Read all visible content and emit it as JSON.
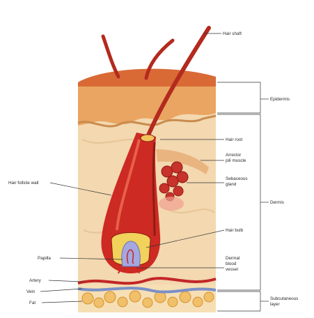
{
  "colors": {
    "epidermis": "#e9a561",
    "epidermis_surface": "#d96a36",
    "dermis": "#f3d8b0",
    "dermis_light": "#f8e6c8",
    "follicle": "#cc2a22",
    "follicle_dark": "#8f1b16",
    "gland": "#c7322a",
    "fat": "#f0c06a",
    "fat_dark": "#d8902e",
    "artery": "#c22626",
    "vein": "#7a8fc8"
  },
  "labels": {
    "hair_shaft": "Hair shaft",
    "epidermis": "Epidermis",
    "hair_root": "Hair root",
    "arrector_pili": [
      "Arrector",
      "pili muscle"
    ],
    "hair_follicle_wall": "Hair follicle wall",
    "sebaceous_gland": [
      "Sebaceous",
      "gland"
    ],
    "dermis": "Dermis",
    "hair_bulb": "Hair bulb",
    "papilla": "Papilla",
    "dermal_blood_vessel": [
      "Dermal",
      "blood",
      "vessel"
    ],
    "artery": "Artery",
    "vein": "Vein",
    "fat": "Fat",
    "subcutaneous_layer": [
      "Subcutaneous",
      "layer"
    ]
  }
}
